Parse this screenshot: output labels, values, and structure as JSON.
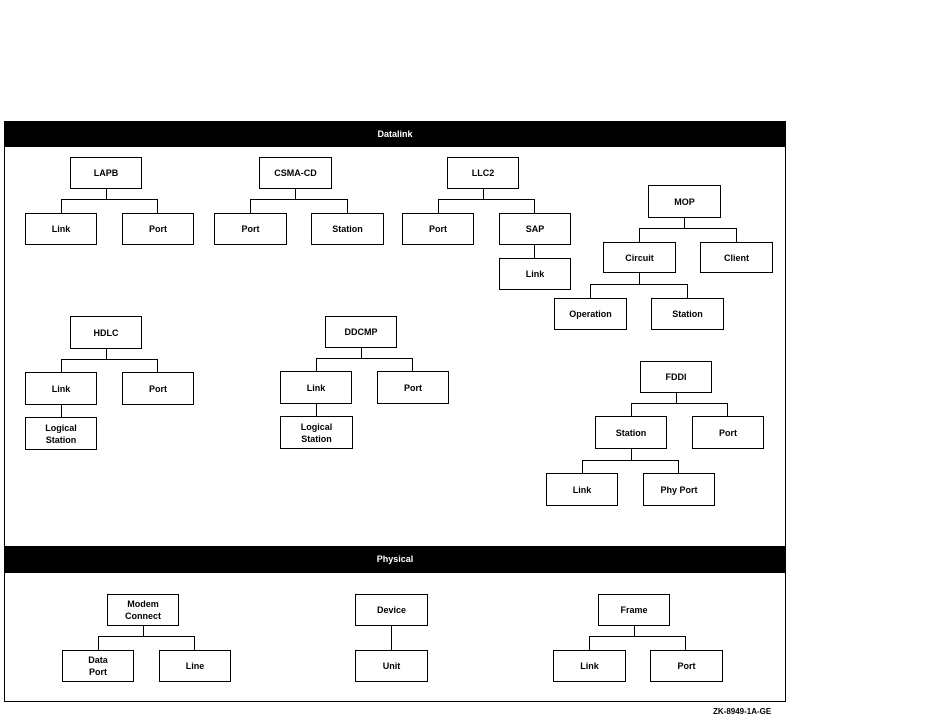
{
  "sections": {
    "datalink": "Datalink",
    "physical": "Physical"
  },
  "nodes": {
    "lapb": "LAPB",
    "lapb_link": "Link",
    "lapb_port": "Port",
    "csma": "CSMA-CD",
    "csma_port": "Port",
    "csma_station": "Station",
    "llc2": "LLC2",
    "llc2_port": "Port",
    "llc2_sap": "SAP",
    "sap_link": "Link",
    "mop": "MOP",
    "mop_circuit": "Circuit",
    "mop_client": "Client",
    "circuit_operation": "Operation",
    "circuit_station": "Station",
    "hdlc": "HDLC",
    "hdlc_link": "Link",
    "hdlc_port": "Port",
    "hdlc_logical": "Logical\nStation",
    "ddcmp": "DDCMP",
    "ddcmp_link": "Link",
    "ddcmp_port": "Port",
    "ddcmp_logical": "Logical\nStation",
    "fddi": "FDDI",
    "fddi_station": "Station",
    "fddi_port": "Port",
    "fddi_link": "Link",
    "fddi_phyport": "Phy Port",
    "modem": "Modem\nConnect",
    "modem_dataport": "Data\nPort",
    "modem_line": "Line",
    "device": "Device",
    "device_unit": "Unit",
    "frame": "Frame",
    "frame_link": "Link",
    "frame_port": "Port"
  },
  "footer": "ZK-8949-1A-GE"
}
